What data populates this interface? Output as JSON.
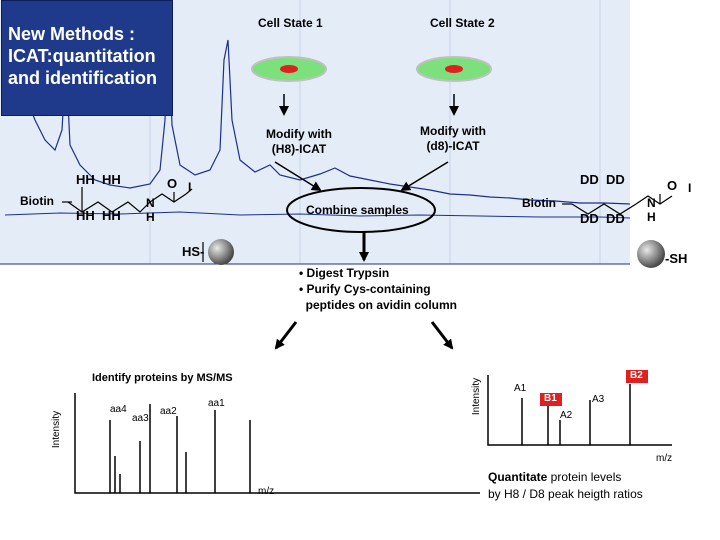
{
  "title": "New Methods :\nICAT:quantitation\nand identification",
  "cells": {
    "state1": "Cell State 1",
    "state2": "Cell State 2",
    "modify_h8": "Modify with\n(H8)-ICAT",
    "modify_d8": "Modify with\n(d8)-ICAT"
  },
  "reagent_left": {
    "biotin": "Biotin",
    "h_top": "HH  HH",
    "h_bottom": "HH  HH",
    "n": "N",
    "nh": "H",
    "o": "O",
    "i": "I",
    "hs": "HS-"
  },
  "reagent_right": {
    "biotin": "Biotin",
    "d_top": "DD  DD",
    "d_bottom": "DD  DD",
    "n": "N",
    "nh": "H",
    "o": "O",
    "i": "I",
    "sh": "-SH"
  },
  "combine": "Combine samples",
  "steps": [
    "• Digest Trypsin",
    "• Purify Cys-containing",
    "  peptides on avidin column"
  ],
  "identify": {
    "title": "Identify proteins  by MS/MS",
    "ylabel": "Intensity",
    "xlabel": "m/z",
    "peaks": [
      "aa4",
      "aa3",
      "aa2",
      "aa1"
    ]
  },
  "quantitate": {
    "ylabel": "Intensity",
    "xlabel": "m/z",
    "peaks": [
      "A1",
      "B1",
      "A2",
      "A3",
      "B2"
    ],
    "caption_bold": "Quantitate",
    "caption_rest": " protein levels",
    "caption_line2": "by H8 / D8 peak heigth ratios"
  },
  "colors": {
    "title_bg": "#1f3a8a",
    "spectrum_bg": "#e4ecf8",
    "spectrum_line": "#1d2f8f",
    "cell_fill": "#7ce07c",
    "nucleus": "#e02020",
    "badge": "#e02020"
  }
}
